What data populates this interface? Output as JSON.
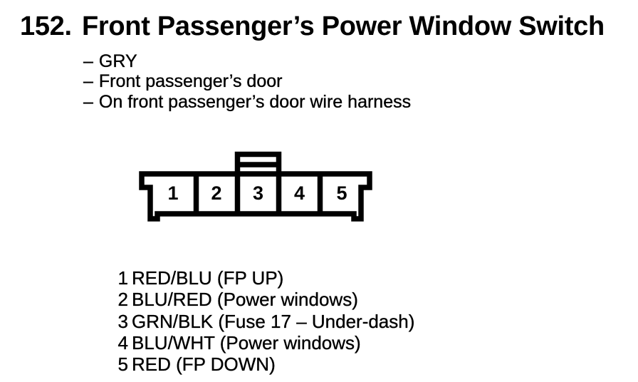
{
  "page": {
    "background_color": "#ffffff",
    "ink_color": "#000000"
  },
  "header": {
    "item_number": "152.",
    "title": "Front Passenger’s Power Window Switch",
    "bullet": "–",
    "details": [
      "GRY",
      "Front passenger’s door",
      "On front passenger’s door wire harness"
    ]
  },
  "connector": {
    "cavity_numbers": [
      "1",
      "2",
      "3",
      "4",
      "5"
    ],
    "pins": [
      {
        "num": "1",
        "label": "RED/BLU (FP UP)"
      },
      {
        "num": "2",
        "label": "BLU/RED (Power windows)"
      },
      {
        "num": "3",
        "label": "GRN/BLK (Fuse 17 – Under-dash)"
      },
      {
        "num": "4",
        "label": "BLU/WHT (Power windows)"
      },
      {
        "num": "5",
        "label": "RED (FP DOWN)"
      }
    ]
  }
}
